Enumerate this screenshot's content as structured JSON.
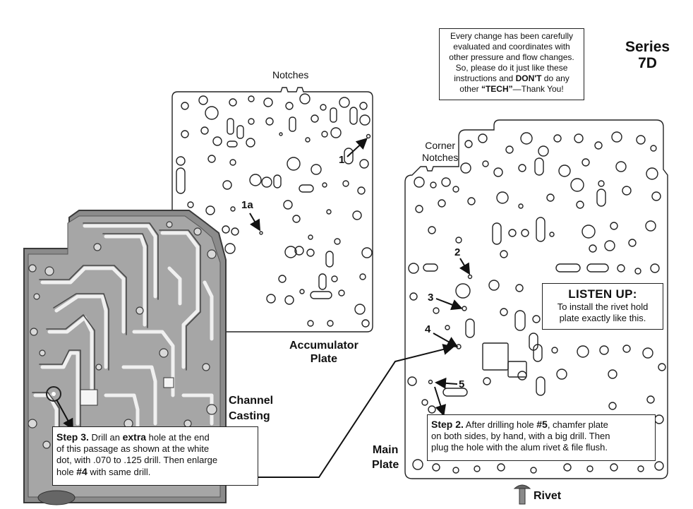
{
  "labels": {
    "series": "Series",
    "series_code": "7D",
    "notches": "Notches",
    "corner_notches_line1": "Corner",
    "corner_notches_line2": "Notches",
    "accumulator_line1": "Accumulator",
    "accumulator_line2": "Plate",
    "channel_line1": "Channel",
    "channel_line2": "Casting",
    "main_line1": "Main",
    "main_line2": "Plate",
    "rivet": "Rivet",
    "callout_1": "1",
    "callout_1a": "1a",
    "callout_2": "2",
    "callout_3": "3",
    "callout_4": "4",
    "callout_5": "5"
  },
  "note_box": {
    "line1": "Every change has been carefully",
    "line2": "evaluated and coordinates with",
    "line3": "other pressure and flow changes.",
    "line4": "So, please do it just like these",
    "line5_a": "instructions and ",
    "line5_b": "DON'T",
    "line5_c": " do any",
    "line6_a": "other ",
    "line6_b": "“TECH”",
    "line6_c": "—Thank You!"
  },
  "listen_up": {
    "title": "LISTEN UP:",
    "line1": "To install the rivet hold",
    "line2": "plate exactly like this."
  },
  "step3": {
    "head": "Step 3.",
    "t1": "  Drill an ",
    "t2": "extra",
    "t3": " hole at the end",
    "line2": "of this passage as shown at the white",
    "line3": "dot, with .070 to .125 drill. Then enlarge",
    "line4_a": "hole ",
    "line4_b": "#4",
    "line4_c": " with same drill."
  },
  "step2": {
    "head": "Step 2.",
    "t1": " After drilling hole ",
    "t2": "#5",
    "t3": ", chamfer plate",
    "line2": "on both sides, by hand, with a big drill.  Then",
    "line3": "plug the hole with the alum rivet & file flush."
  }
}
